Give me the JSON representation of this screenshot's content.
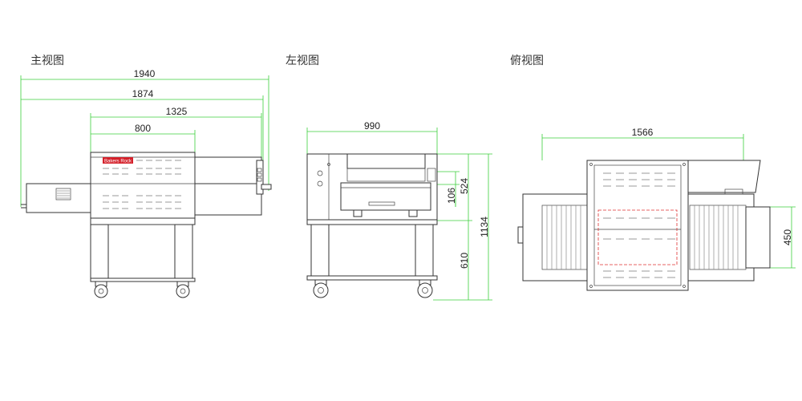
{
  "views": {
    "front": {
      "label": "主视图"
    },
    "left": {
      "label": "左视图"
    },
    "top": {
      "label": "俯视图"
    }
  },
  "brand": {
    "text": "Bakers Rock",
    "color": "#d4202a"
  },
  "dimensions": {
    "front": {
      "overall": "1940",
      "body": "1874",
      "top_span": "1325",
      "chamber": "800"
    },
    "left": {
      "depth": "990",
      "opening": "106",
      "upper": "524",
      "total": "1134",
      "lower": "610"
    },
    "top": {
      "width": "1566",
      "belt": "450"
    }
  },
  "colors": {
    "dimension_line": "#3ccf3c",
    "outline": "#333333",
    "marker": "#e03030"
  }
}
